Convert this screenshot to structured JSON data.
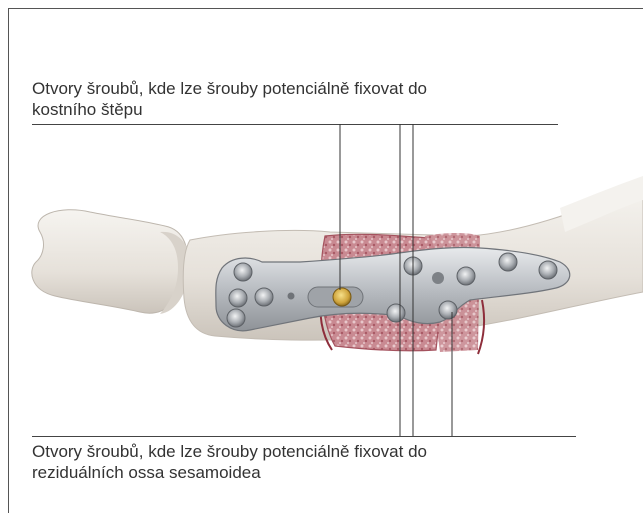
{
  "callouts": {
    "top": {
      "line1": "Otvory šroubů, kde lze šrouby potenciálně fixovat do",
      "line2": "kostního štěpu"
    },
    "bottom": {
      "line1": "Otvory šroubů, kde lze šrouby potenciálně fixovat do",
      "line2": "reziduálních ossa sesamoidea"
    }
  },
  "illustration": {
    "subject": "bone fusion plate with screws on metatarsophalangeal joint",
    "colors": {
      "bone": "#ece8e2",
      "bone_shadow": "#cfc9c1",
      "graft": "#c47c85",
      "plate": "#c9ccd0",
      "plate_shadow": "#8d9196",
      "screw_gold": "#d9b248",
      "leader_line": "#333333"
    }
  }
}
